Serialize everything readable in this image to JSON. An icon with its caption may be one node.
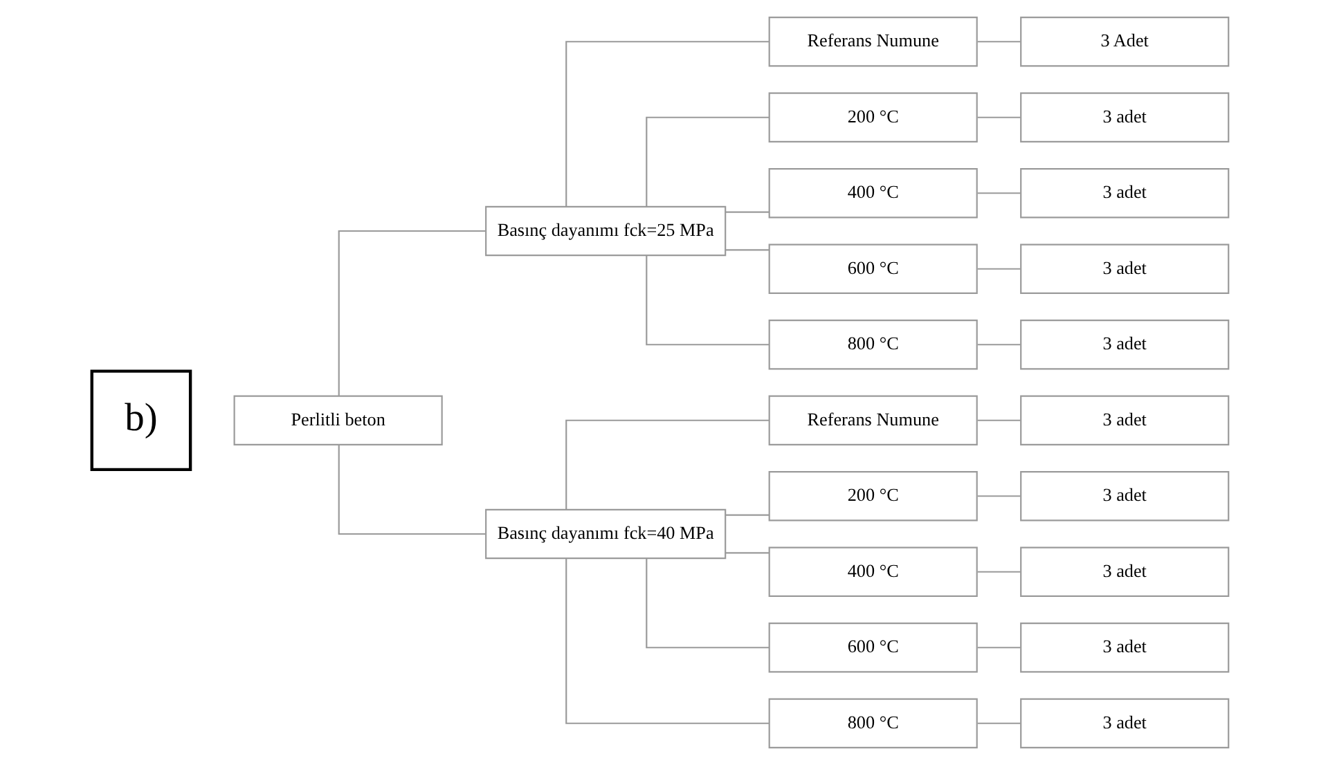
{
  "diagram": {
    "nodes": [
      {
        "text": [
          "b)"
        ]
      },
      {
        "text": [
          "Perlitli beton"
        ]
      },
      {
        "text": [
          "Basınç dayanımı fck=25 MPa"
        ]
      },
      {
        "text": [
          "Referans Numune"
        ]
      },
      {
        "text": [
          "200 °C"
        ]
      },
      {
        "text": [
          "400 °C"
        ]
      },
      {
        "text": [
          "600 °C"
        ]
      },
      {
        "text": [
          "800 °C"
        ]
      },
      {
        "text": [
          "3 Adet"
        ]
      },
      {
        "text": [
          "3 adet"
        ]
      },
      {
        "text": [
          "3 adet"
        ]
      },
      {
        "text": [
          "3 adet"
        ]
      },
      {
        "text": [
          "3 adet"
        ]
      },
      {
        "text": [
          "Basınç dayanımı fck=40 MPa"
        ]
      },
      {
        "text": [
          "Referans Numune"
        ]
      },
      {
        "text": [
          "200 °C"
        ]
      },
      {
        "text": [
          "400 °C"
        ]
      },
      {
        "text": [
          "600 °C"
        ]
      },
      {
        "text": [
          "800 °C"
        ]
      },
      {
        "text": [
          "3 adet"
        ]
      },
      {
        "text": [
          "3 adet"
        ]
      },
      {
        "text": [
          "3 adet"
        ]
      },
      {
        "text": [
          "3 adet"
        ]
      },
      {
        "text": [
          "3 adet"
        ]
      }
    ],
    "edges": [
      {
        "from": 1,
        "to": 2,
        "arrow": "none"
      },
      {
        "from": 1,
        "to": 13,
        "arrow": "none"
      },
      {
        "from": 2,
        "to": 3,
        "arrow": "none"
      },
      {
        "from": 2,
        "to": 4,
        "arrow": "none"
      },
      {
        "from": 2,
        "to": 5,
        "arrow": "none"
      },
      {
        "from": 2,
        "to": 6,
        "arrow": "none"
      },
      {
        "from": 2,
        "to": 7,
        "arrow": "none"
      },
      {
        "from": 3,
        "to": 8,
        "arrow": "none"
      },
      {
        "from": 4,
        "to": 9,
        "arrow": "none"
      },
      {
        "from": 5,
        "to": 10,
        "arrow": "none"
      },
      {
        "from": 6,
        "to": 11,
        "arrow": "none"
      },
      {
        "from": 7,
        "to": 12,
        "arrow": "none"
      },
      {
        "from": 13,
        "to": 14,
        "arrow": "none"
      },
      {
        "from": 13,
        "to": 15,
        "arrow": "none"
      },
      {
        "from": 13,
        "to": 16,
        "arrow": "none"
      },
      {
        "from": 13,
        "to": 17,
        "arrow": "none"
      },
      {
        "from": 13,
        "to": 18,
        "arrow": "none"
      },
      {
        "from": 14,
        "to": 19,
        "arrow": "none"
      },
      {
        "from": 15,
        "to": 20,
        "arrow": "none"
      },
      {
        "from": 16,
        "to": 21,
        "arrow": "none"
      },
      {
        "from": 17,
        "to": 22,
        "arrow": "none"
      },
      {
        "from": 18,
        "to": 23,
        "arrow": "none"
      }
    ]
  }
}
